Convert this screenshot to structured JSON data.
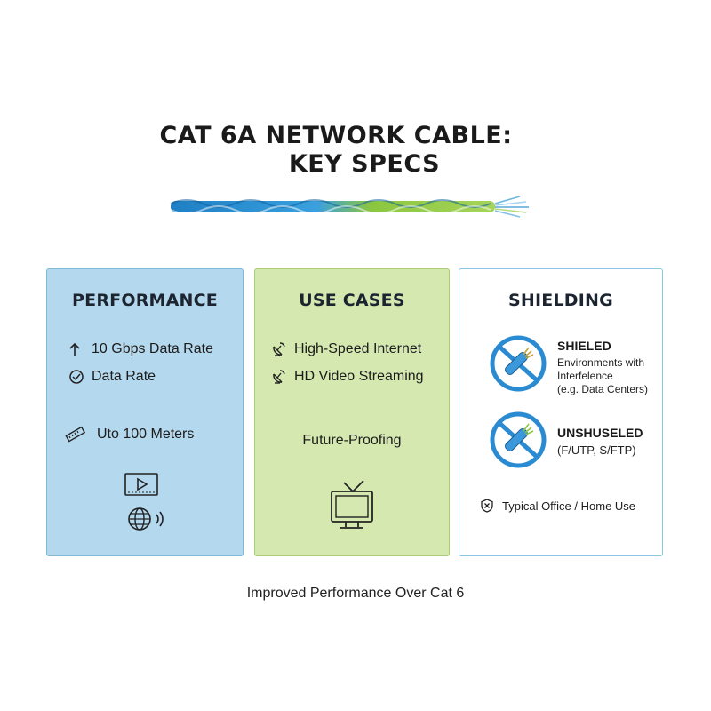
{
  "title": {
    "line1": "CAT 6A NETWORK CABLE:",
    "line2": "KEY SPECS"
  },
  "colors": {
    "cable_blue": "#2f8fd0",
    "cable_green": "#8cc63f",
    "performance_panel": "#b4d8ee",
    "use_cases_panel": "#d4e8b0",
    "shield_icon_ring": "#2b8bd2"
  },
  "panels": {
    "performance": {
      "title": "PERFORMANCE",
      "items": [
        {
          "icon": "arrow-up-icon",
          "text": "10 Gbps Data Rate"
        },
        {
          "icon": "gauge-icon",
          "text": "Data Rate"
        },
        {
          "icon": "ruler-icon",
          "text": "Uto 100 Meters"
        }
      ],
      "extra_icons": [
        "video-play-icon",
        "globe-wireless-icon"
      ]
    },
    "use_cases": {
      "title": "USE CASES",
      "items": [
        {
          "icon": "satellite-dish-icon",
          "text": "High-Speed Internet"
        },
        {
          "icon": "satellite-dish-icon",
          "text": "HD Video Streaming"
        }
      ],
      "future_text": "Future-Proofing",
      "extra_icons": [
        "tv-icon"
      ]
    },
    "shielding": {
      "title": "SHIELDING",
      "shielded": {
        "label": "SHIELED",
        "desc_line1": "Environments with",
        "desc_line2": "Interfelence",
        "desc_line3": "(e.g. Data Centers)"
      },
      "unshielded": {
        "label": "UNSHUSELED",
        "desc_line1": "(F/UTP, S/FTP)"
      },
      "typical": {
        "icon": "shield-x-icon",
        "text": "Typical Office / Home Use"
      }
    }
  },
  "footer": "Improved Performance Over Cat 6"
}
